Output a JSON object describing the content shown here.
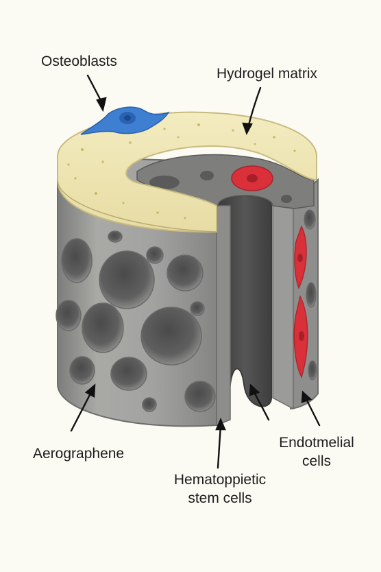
{
  "labels": {
    "osteoblasts": "Osteoblasts",
    "hydrogel": "Hydrogel matrix",
    "aerographene": "Aerographene",
    "hsc_line1": "Hematoppietic",
    "hsc_line2": "stem cells",
    "endo_line1": "Endotmelial",
    "endo_line2": "cells"
  },
  "colors": {
    "background": "#fbfaf3",
    "hydrogel": "#efe6b0",
    "aerographene": "#9a9a98",
    "osteoblast": "#3f7fd1",
    "endothelial": "#d9303a"
  }
}
